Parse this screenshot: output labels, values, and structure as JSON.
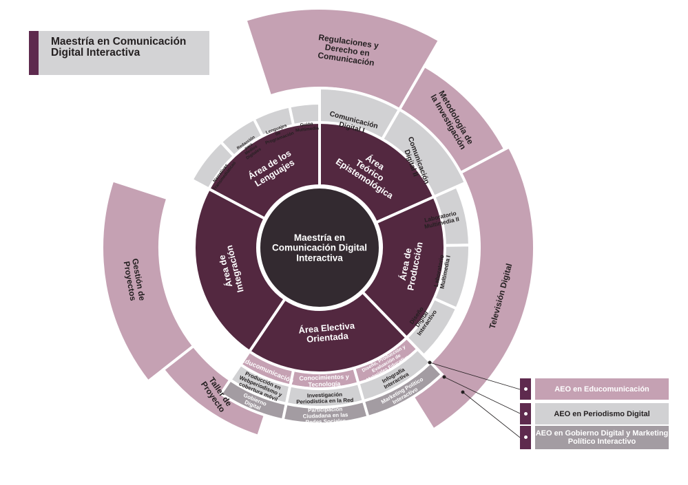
{
  "title": "Maestría en Comunicación Digital Interactiva",
  "center_label": [
    "Maestría en",
    "Comunicación Digital",
    "Interactiva"
  ],
  "colors": {
    "center": "#332a30",
    "area": "#532840",
    "outer": "#c5a1b3",
    "gray_light": "#d1d1d3",
    "gray_dark": "#a39ca2",
    "title_box": "#d3d3d5",
    "accent": "#5e2a4e"
  },
  "areas": [
    {
      "id": "teorico",
      "label": [
        "Área",
        "Teórico",
        "Epistemológica"
      ]
    },
    {
      "id": "produccion",
      "label": [
        "Área de",
        "Producción"
      ]
    },
    {
      "id": "electiva",
      "label": [
        "Área Electiva",
        "Orientada"
      ]
    },
    {
      "id": "integracion",
      "label": [
        "Área de",
        "Integración"
      ]
    },
    {
      "id": "lenguajes",
      "label": [
        "Área de los",
        "Lenguajes"
      ]
    }
  ],
  "courses": {
    "teorico": [
      {
        "label": [
          "Comunicación",
          "Digital I"
        ]
      },
      {
        "label": [
          "Comunicación",
          "Digital II"
        ]
      }
    ],
    "produccion": [
      {
        "label": [
          "Laboratorio",
          "Multimedia II"
        ]
      },
      {
        "label": [
          "Laboratorio",
          "Multimedia I"
        ]
      },
      {
        "label": [
          "Diseño",
          "Digital",
          "Interactivo"
        ]
      }
    ],
    "lenguajes": [
      {
        "label": [
          "Narrativas",
          "Transmediáticas"
        ]
      },
      {
        "label": [
          "Redacción",
          "para",
          "Medios",
          "Digitales"
        ]
      },
      {
        "label": [
          "Lenguajes",
          "de",
          "Programación"
        ]
      },
      {
        "label": [
          "Guión",
          "Multimedia"
        ]
      }
    ]
  },
  "outer_courses": [
    {
      "id": "regulaciones",
      "label": [
        "Regulaciones y",
        "Derecho en",
        "Comunicación"
      ]
    },
    {
      "id": "metodologia",
      "label": [
        "Metodología de",
        "la Investigación"
      ]
    },
    {
      "id": "television",
      "label": [
        "Televisión Digital"
      ]
    },
    {
      "id": "gestion",
      "label": [
        "Gestión de",
        "Proyectos"
      ]
    },
    {
      "id": "taller",
      "label": [
        "Taller de",
        "Proyecto"
      ]
    }
  ],
  "electives": {
    "educomunicacion": [
      {
        "label": [
          "Educomunicación"
        ]
      },
      {
        "label": [
          "Conocimientos y",
          "Tecnología"
        ]
      },
      {
        "label": [
          "Diseño, Producción y",
          "Evaluación de",
          "Materiales Educativos"
        ]
      }
    ],
    "periodismo": [
      {
        "label": [
          "Producción en",
          "Webperiodismo y",
          "cobertura móvil"
        ]
      },
      {
        "label": [
          "Investigación",
          "Periodística en la Red"
        ]
      },
      {
        "label": [
          "Infografía",
          "Interactiva"
        ]
      }
    ],
    "gobierno": [
      {
        "label": [
          "Gobierno",
          "Digital"
        ]
      },
      {
        "label": [
          "Participación",
          "Ciudadana en las",
          "Redes Sociales"
        ]
      },
      {
        "label": [
          "Marketing Político",
          "Interactivo"
        ]
      }
    ]
  },
  "legend": [
    {
      "label": "AEO en Educomunicación",
      "color": "#c5a1b3",
      "text_color": "#ffffff"
    },
    {
      "label": "AEO en Periodismo Digital",
      "color": "#d1d1d3",
      "text_color": "#231f20"
    },
    {
      "label": "AEO en Gobierno Digital y Marketing Político Interactivo",
      "color": "#a39ca2",
      "text_color": "#ffffff"
    }
  ]
}
